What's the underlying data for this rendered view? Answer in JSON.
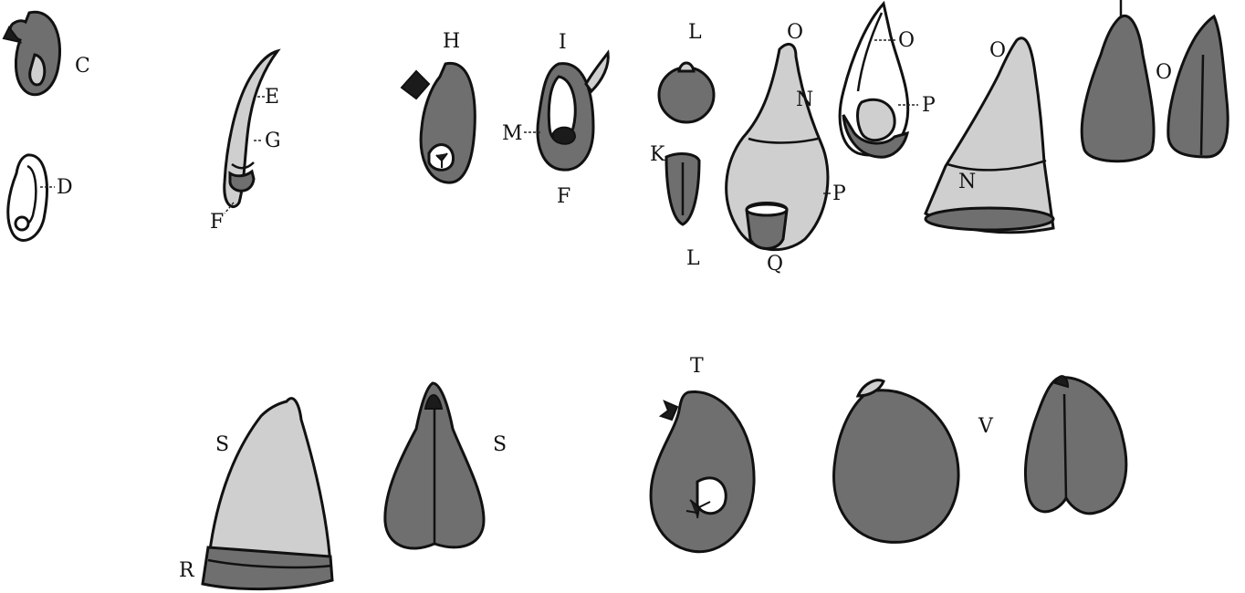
{
  "plate": {
    "labels": {
      "C": "C",
      "D": "D",
      "E": "E",
      "G": "G",
      "F": "F",
      "H": "H",
      "I": "I",
      "M": "M",
      "F2": "F",
      "L": "L",
      "K": "K",
      "L2": "L",
      "O": "O",
      "N": "N",
      "P": "P",
      "Q": "Q",
      "O2": "O",
      "P2": "P",
      "O3": "O",
      "N2": "N",
      "O4": "O",
      "S": "S",
      "R": "R",
      "S2": "S",
      "T": "T",
      "V": "V"
    }
  }
}
